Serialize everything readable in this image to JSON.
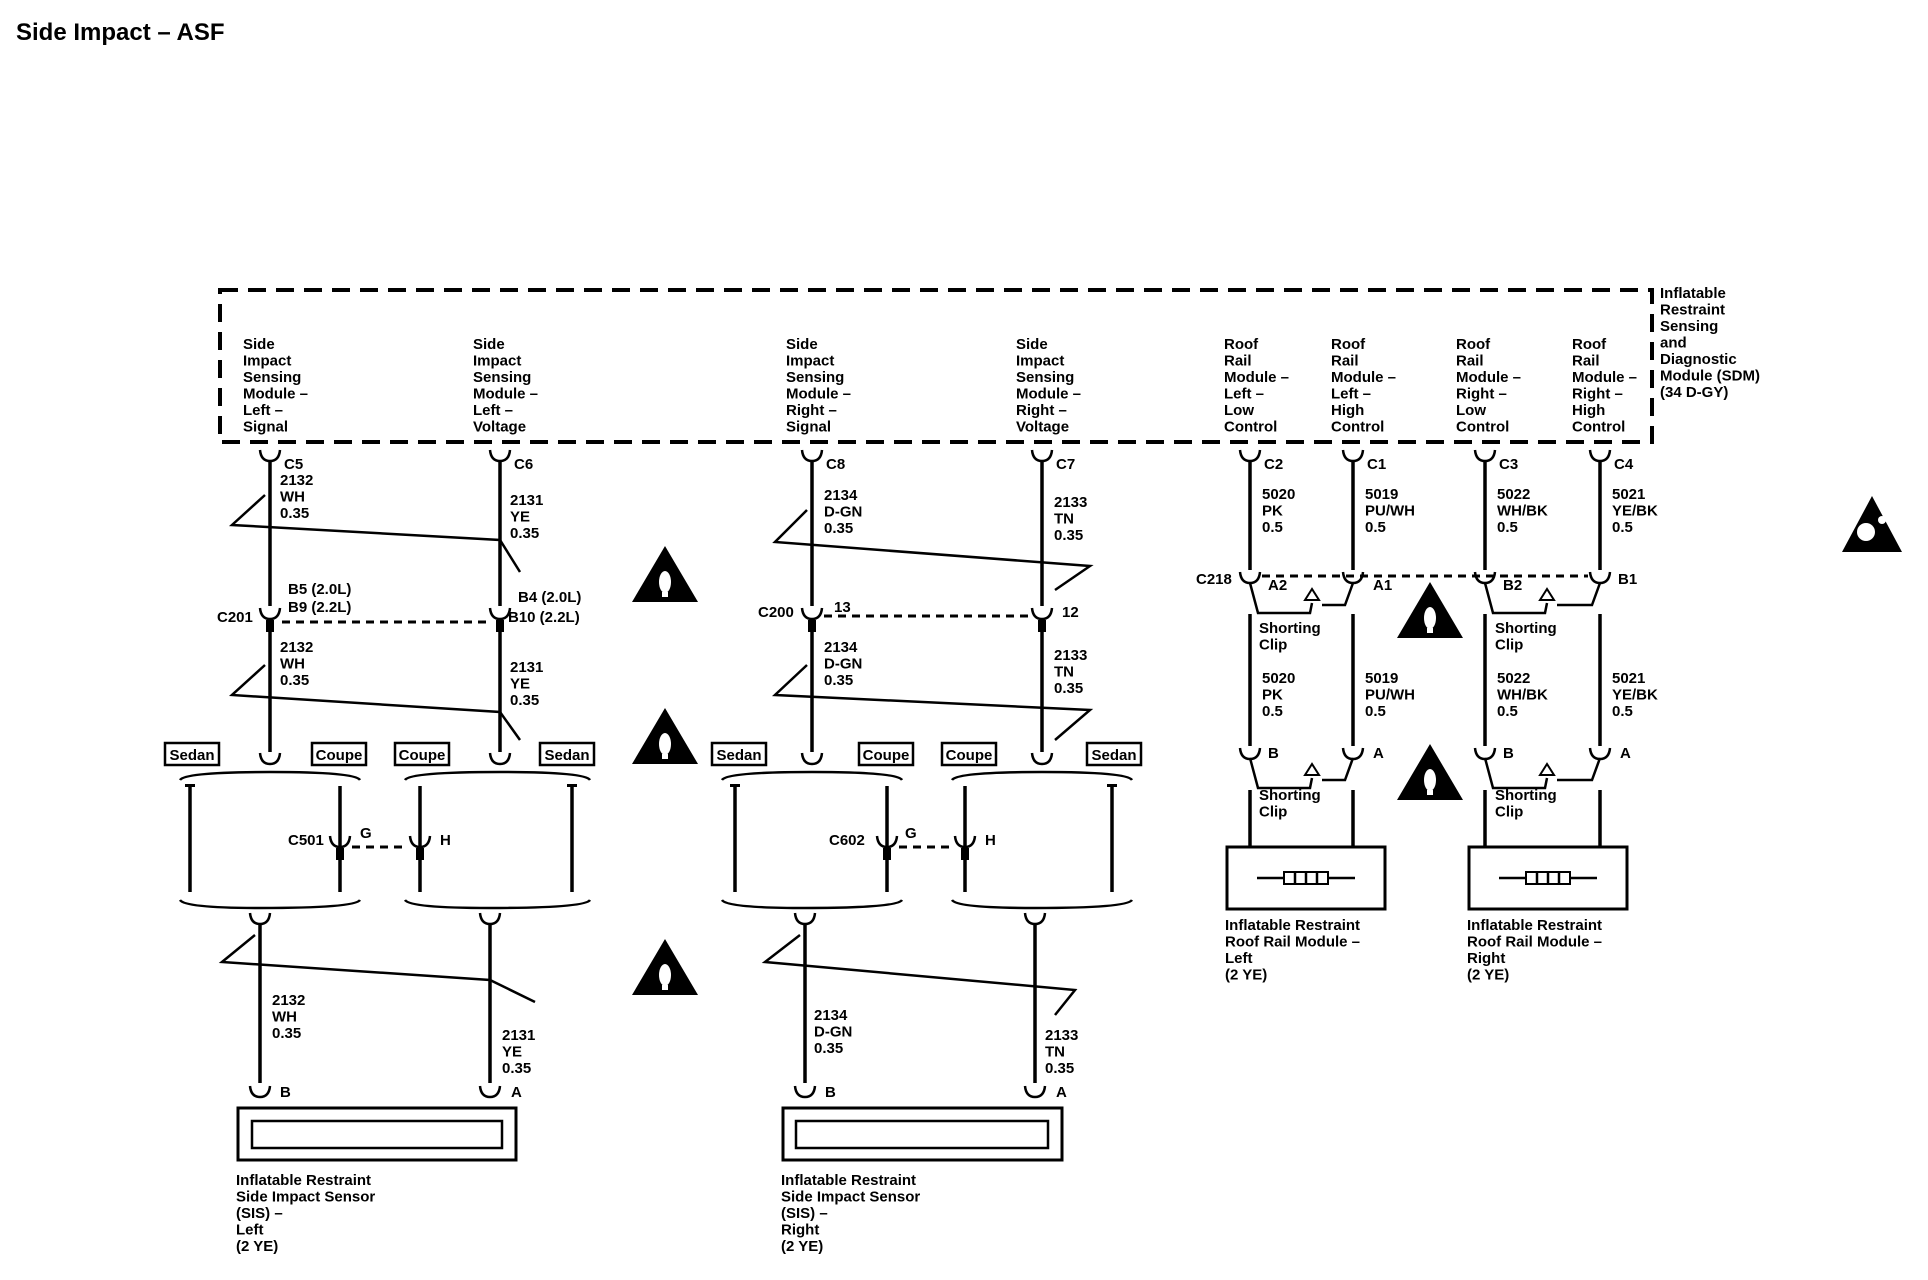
{
  "title": "Side Impact – ASF",
  "sdm_label": [
    "Inflatable",
    "Restraint",
    "Sensing",
    "and",
    "Diagnostic",
    "Module (SDM)",
    "(34 D-GY)"
  ],
  "pin_labels": {
    "c5": [
      "Side",
      "Impact",
      "Sensing",
      "Module –",
      "Left –",
      "Signal"
    ],
    "c6": [
      "Side",
      "Impact",
      "Sensing",
      "Module –",
      "Left –",
      "Voltage"
    ],
    "c8": [
      "Side",
      "Impact",
      "Sensing",
      "Module –",
      "Right –",
      "Signal"
    ],
    "c7": [
      "Side",
      "Impact",
      "Sensing",
      "Module –",
      "Right –",
      "Voltage"
    ],
    "c2": [
      "Roof",
      "Rail",
      "Module –",
      "Left –",
      "Low",
      "Control"
    ],
    "c1": [
      "Roof",
      "Rail",
      "Module –",
      "Left –",
      "High",
      "Control"
    ],
    "c3": [
      "Roof",
      "Rail",
      "Module –",
      "Right –",
      "Low",
      "Control"
    ],
    "c4": [
      "Roof",
      "Rail",
      "Module –",
      "Right –",
      "High",
      "Control"
    ]
  },
  "pins": {
    "c5": "C5",
    "c6": "C6",
    "c8": "C8",
    "c7": "C7",
    "c2": "C2",
    "c1": "C1",
    "c3": "C3",
    "c4": "C4"
  },
  "wires_top": {
    "c5": [
      "2132",
      "WH",
      "0.35"
    ],
    "c6": [
      "2131",
      "YE",
      "0.35"
    ],
    "c8": [
      "2134",
      "D-GN",
      "0.35"
    ],
    "c7": [
      "2133",
      "TN",
      "0.35"
    ],
    "c2": [
      "5020",
      "PK",
      "0.5"
    ],
    "c1": [
      "5019",
      "PU/WH",
      "0.5"
    ],
    "c3": [
      "5022",
      "WH/BK",
      "0.5"
    ],
    "c4": [
      "5021",
      "YE/BK",
      "0.5"
    ]
  },
  "wires_mid": {
    "c5": [
      "2132",
      "WH",
      "0.35"
    ],
    "c6": [
      "2131",
      "YE",
      "0.35"
    ],
    "c8": [
      "2134",
      "D-GN",
      "0.35"
    ],
    "c7": [
      "2133",
      "TN",
      "0.35"
    ],
    "c2": [
      "5020",
      "PK",
      "0.5"
    ],
    "c1": [
      "5019",
      "PU/WH",
      "0.5"
    ],
    "c3": [
      "5022",
      "WH/BK",
      "0.5"
    ],
    "c4": [
      "5021",
      "YE/BK",
      "0.5"
    ]
  },
  "wires_bottom": {
    "c5": [
      "2132",
      "WH",
      "0.35"
    ],
    "c6": [
      "2131",
      "YE",
      "0.35"
    ],
    "c8": [
      "2134",
      "D-GN",
      "0.35"
    ],
    "c7": [
      "2133",
      "TN",
      "0.35"
    ]
  },
  "c201": {
    "name": "C201",
    "left_pins": [
      "B5 (2.0L)",
      "B9 (2.2L)"
    ],
    "right_pins": [
      "B4 (2.0L)",
      "B10 (2.2L)"
    ]
  },
  "c200": {
    "name": "C200",
    "left_pin": "13",
    "right_pin": "12"
  },
  "c218": {
    "name": "C218",
    "pins": [
      "A2",
      "A1",
      "B2",
      "B1"
    ]
  },
  "body_tags": {
    "sedan": "Sedan",
    "coupe": "Coupe"
  },
  "c501": {
    "name": "C501",
    "pin_g": "G",
    "pin_h": "H"
  },
  "c602": {
    "name": "C602",
    "pin_g": "G",
    "pin_h": "H"
  },
  "shorting_clip": [
    "Shorting",
    "Clip"
  ],
  "roof_connector_pins": {
    "b": "B",
    "a": "A"
  },
  "sensor_pins": {
    "b": "B",
    "a": "A"
  },
  "sis_left": [
    "Inflatable Restraint",
    "Side Impact Sensor",
    "(SIS) –",
    "Left",
    "(2 YE)"
  ],
  "sis_right": [
    "Inflatable Restraint",
    "Side Impact Sensor",
    "(SIS) –",
    "Right",
    "(2 YE)"
  ],
  "rrm_left": [
    "Inflatable Restraint",
    "Roof Rail Module –",
    "Left",
    "(2 YE)"
  ],
  "rrm_right": [
    "Inflatable Restraint",
    "Roof Rail Module –",
    "Right",
    "(2 YE)"
  ],
  "icons": {
    "warning": "warning-triangle-icon",
    "airbag_symbol": "airbag-symbol-icon"
  }
}
